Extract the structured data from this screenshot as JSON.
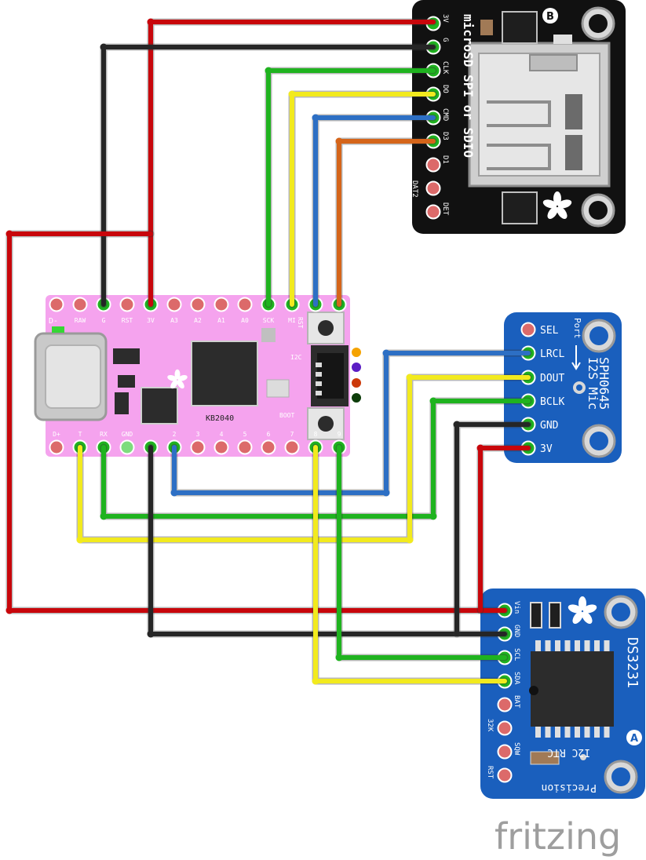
{
  "watermark": "fritzing",
  "colors": {
    "red": "#c8060b",
    "black": "#262626",
    "green": "#1fb31f",
    "yellow": "#f2ea1e",
    "blue": "#2d6fc4",
    "orange": "#d5651a",
    "board_pink": "#f5a3ee",
    "breakout_blue": "#1a5fbd",
    "sd_black": "#111111"
  },
  "sd_board": {
    "title": "microSD SPI or SDIO",
    "badge": "B",
    "pins": [
      "3V",
      "G",
      "CLK",
      "DO",
      "CMD",
      "D3",
      "D1",
      "DET",
      "DAT2"
    ]
  },
  "kb2040": {
    "name": "KB2040",
    "top_pins": [
      "RAW",
      "G",
      "RST",
      "3V",
      "A3",
      "A2",
      "A1",
      "A0",
      "SCK",
      "MI"
    ],
    "bottom_pins": [
      "D+",
      "T",
      "RX",
      "GND",
      "2",
      "3",
      "4",
      "5",
      "6",
      "7",
      "8",
      "9"
    ],
    "top_left": "D-",
    "side_labels": [
      "RST",
      "I2C",
      "BOOT"
    ]
  },
  "mic_board": {
    "title": "SPH0645",
    "subtitle": "I2S Mic",
    "port_label": "Port",
    "pins": [
      "SEL",
      "LRCL",
      "DOUT",
      "BCLK",
      "GND",
      "3V"
    ]
  },
  "rtc_board": {
    "title": "DS3231",
    "subtitle1": "Precision",
    "subtitle2": "I2C RTC",
    "badge": "A",
    "pins": [
      "Vin",
      "GND",
      "SCL",
      "SDA",
      "BAT",
      "32K",
      "SQW",
      "RST"
    ]
  }
}
